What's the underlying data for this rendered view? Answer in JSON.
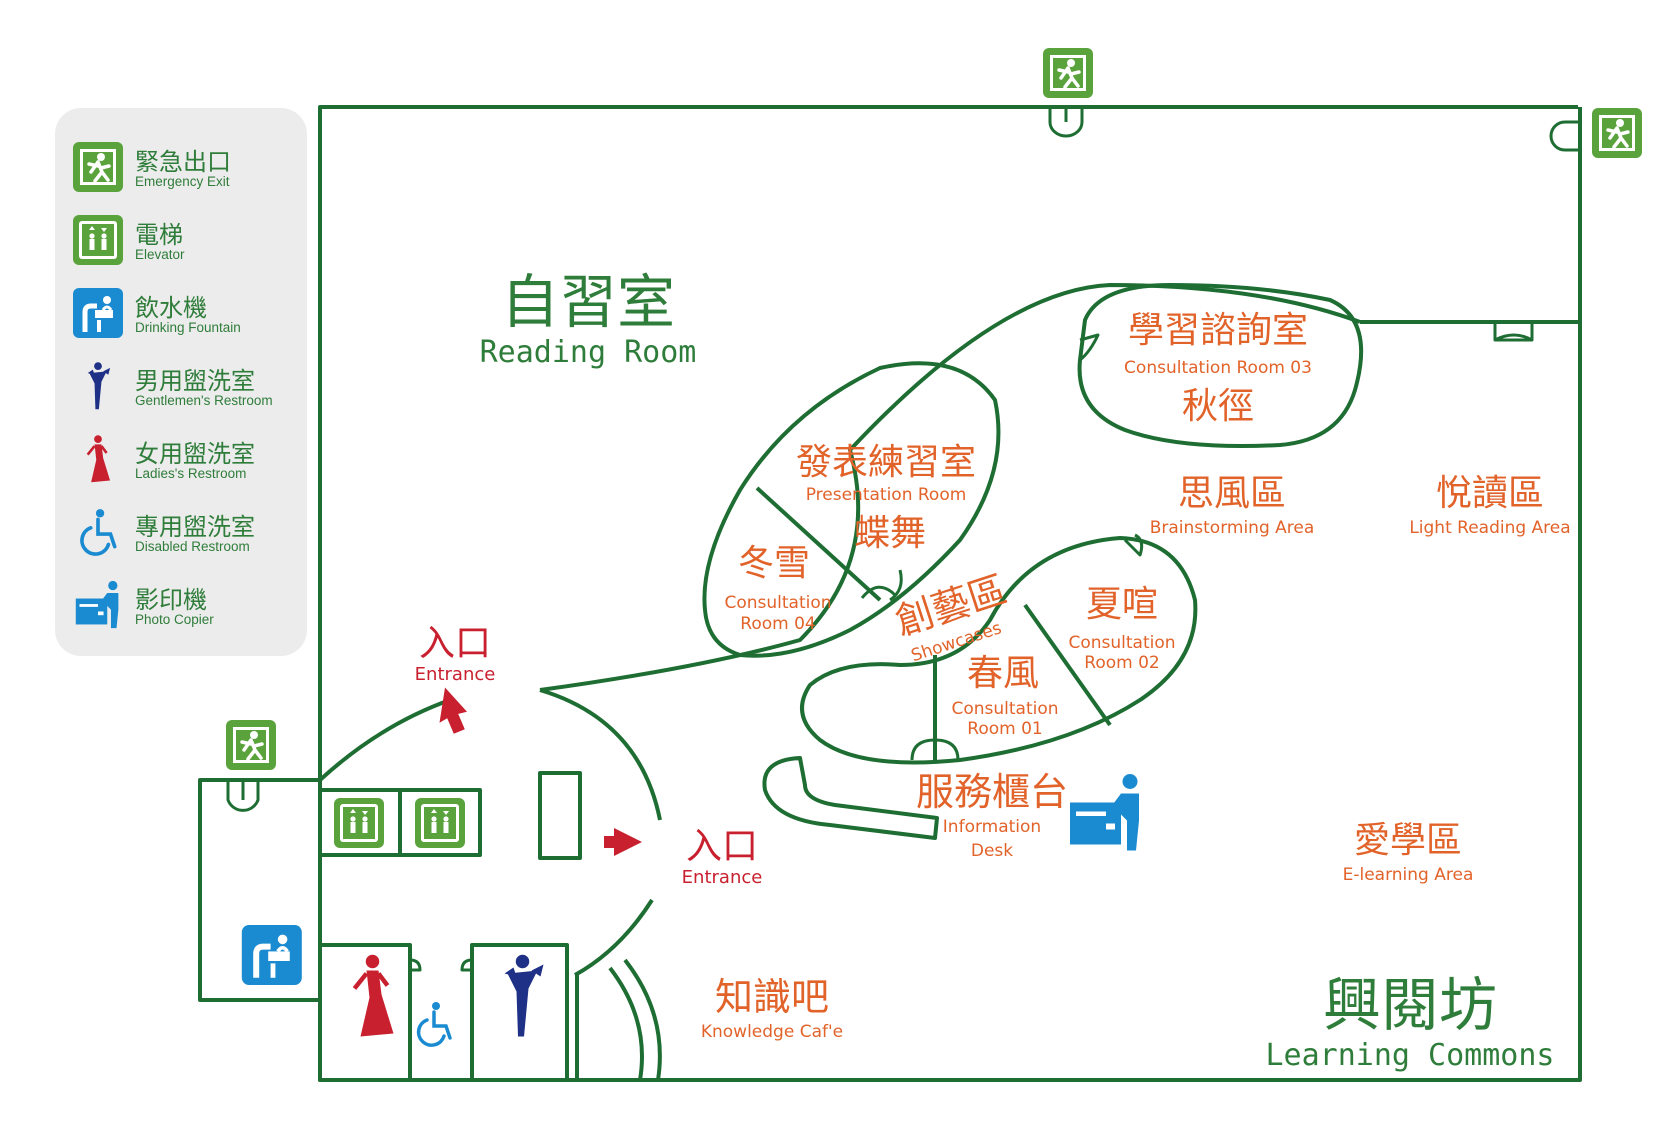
{
  "legend": {
    "items": [
      {
        "zh": "緊急出口",
        "en": "Emergency Exit",
        "icon": "emergency-exit-icon"
      },
      {
        "zh": "電梯",
        "en": "Elevator",
        "icon": "elevator-icon"
      },
      {
        "zh": "飲水機",
        "en": "Drinking Fountain",
        "icon": "drinking-fountain-icon"
      },
      {
        "zh": "男用盥洗室",
        "en": "Gentlemen's Restroom",
        "icon": "mens-restroom-icon"
      },
      {
        "zh": "女用盥洗室",
        "en": "Ladies's Restroom",
        "icon": "ladies-restroom-icon"
      },
      {
        "zh": "專用盥洗室",
        "en": "Disabled Restroom",
        "icon": "disabled-restroom-icon"
      },
      {
        "zh": "影印機",
        "en": "Photo Copier",
        "icon": "photo-copier-icon"
      }
    ]
  },
  "areas": {
    "reading_room": {
      "zh": "自習室",
      "en": "Reading Room"
    },
    "consult03": {
      "zh": "學習諮詢室",
      "en": "Consultation Room 03",
      "name": "秋徑"
    },
    "presentation": {
      "zh": "發表練習室",
      "en": "Presentation Room",
      "name": "蝶舞"
    },
    "consult04": {
      "name": "冬雪",
      "en1": "Consultation",
      "en2": "Room 04"
    },
    "showcases": {
      "zh": "創藝區",
      "en": "Showcases"
    },
    "consult02": {
      "name": "夏喧",
      "en1": "Consultation",
      "en2": "Room 02"
    },
    "consult01": {
      "name": "春風",
      "en1": "Consultation",
      "en2": "Room 01"
    },
    "brainstorming": {
      "zh": "思風區",
      "en": "Brainstorming Area"
    },
    "light_reading": {
      "zh": "悅讀區",
      "en": "Light Reading Area"
    },
    "info_desk": {
      "zh": "服務櫃台",
      "en1": "Information",
      "en2": "Desk"
    },
    "elearning": {
      "zh": "愛學區",
      "en": "E-learning Area"
    },
    "knowledge_cafe": {
      "zh": "知識吧",
      "en": "Knowledge Caf'e"
    },
    "learning_commons": {
      "zh": "興閱坊",
      "en": "Learning Commons"
    },
    "entrance_top": {
      "zh": "入口",
      "en": "Entrance"
    },
    "entrance_right": {
      "zh": "入口",
      "en": "Entrance"
    }
  },
  "colors": {
    "wall": "#1e6e33",
    "label_green": "#2f7d3a",
    "label_orange": "#e2632a",
    "entrance_red": "#c8202e",
    "exit_green": "#5aa33c",
    "fountain_blue": "#1b8bd1",
    "mens_blue": "#1f3187",
    "legend_bg": "#ececec"
  }
}
